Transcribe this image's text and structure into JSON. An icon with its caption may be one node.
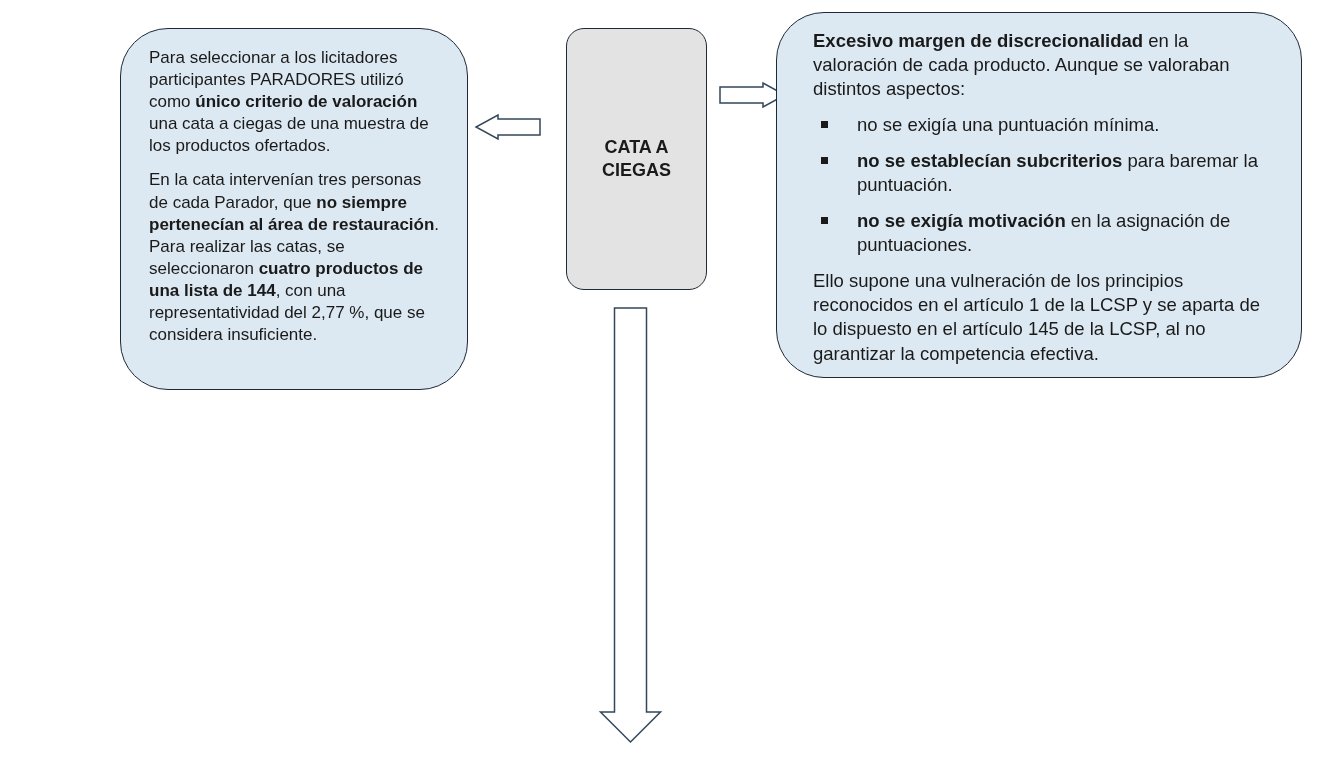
{
  "diagram": {
    "nodes": [
      {
        "text": [
          "CATA A CIEGAS"
        ]
      },
      {
        "text": [
          "Para seleccionar a los licitadores participantes PARADORES utilizó como **único criterio de valoración** una cata a ciegas de una muestra de los productos ofertados.",
          "En la cata intervenían tres personas de cada Parador, que **no siempre pertenecían al área de restauración**. Para realizar las catas, se seleccionaron **cuatro productos de una lista de 144**, con una representatividad del 2,77 %, que se considera insuficiente."
        ]
      },
      {
        "text": [
          "**Excesivo margen de discrecionalidad** en la valoración de cada producto. Aunque se valoraban distintos aspectos:",
          "no se exigía una puntuación mínima.",
          "**no se establecían subcriterios** para baremar la puntuación.",
          "**no se exigía motivación** en la asignación de puntuaciones.",
          "Ello supone una vulneración de los principios reconocidos en el artículo 1 de la LCSP y se aparta de lo dispuesto en el artículo 145 de la LCSP, al no garantizar la competencia efectiva."
        ]
      }
    ],
    "edges": [
      {
        "from": 0,
        "to": 1,
        "arrow": "to"
      },
      {
        "from": 0,
        "to": 2,
        "arrow": "to"
      },
      {
        "from": 0,
        "to": null,
        "arrow": "to"
      }
    ]
  }
}
